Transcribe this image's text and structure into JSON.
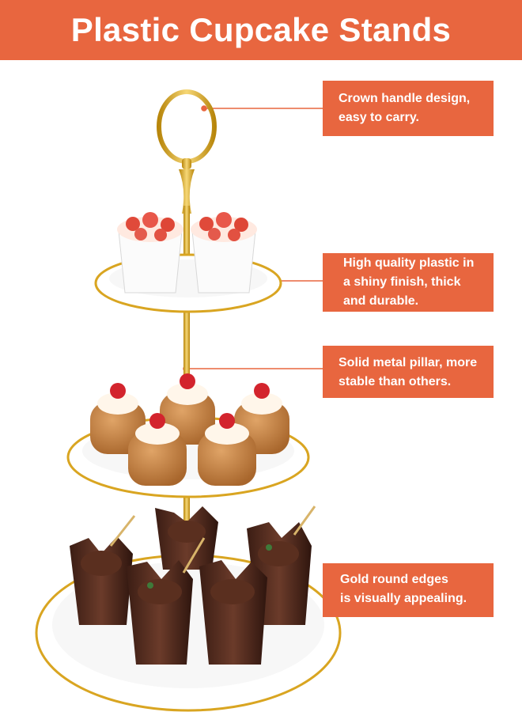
{
  "header": {
    "title": "Plastic Cupcake Stands"
  },
  "callouts": [
    {
      "lines": [
        "Crown handle design,",
        "easy to carry."
      ]
    },
    {
      "lines": [
        "High quality plastic in",
        "a shiny finish, thick",
        "and durable."
      ]
    },
    {
      "lines": [
        "Solid metal pillar, more",
        "stable than others."
      ]
    },
    {
      "lines": [
        "Gold round edges",
        "is visually appealing."
      ]
    }
  ],
  "colors": {
    "accent": "#e8663f",
    "gold": "#d9a521",
    "plate": "#ffffff"
  },
  "icons": [
    "crown-handle",
    "cupcake-stand"
  ]
}
